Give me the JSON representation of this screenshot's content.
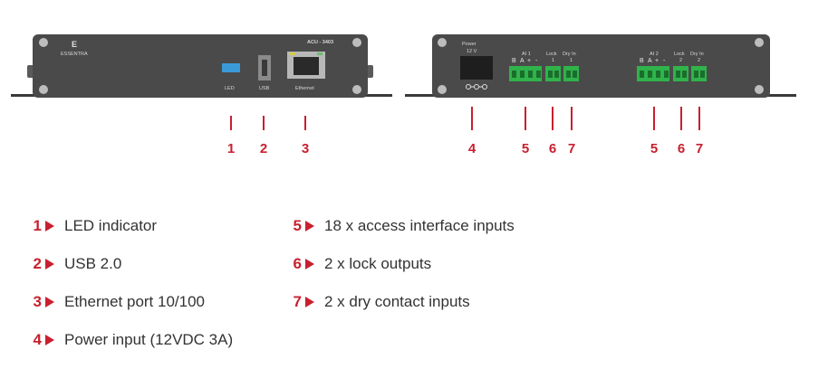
{
  "device_front": {
    "brand": "ESSENTRA",
    "model": "ACU - 3403",
    "led_label": "LED",
    "usb_label": "USB",
    "ethernet_label": "Ethernet"
  },
  "device_back": {
    "power_label": "Power",
    "power_voltage": "12 V",
    "ai1_label": "AI 1",
    "ai2_label": "AI 2",
    "lock1_label": "Lock",
    "lock1_num": "1",
    "lock2_label": "Lock",
    "lock2_num": "2",
    "dry1_label": "Dry In",
    "dry1_num": "1",
    "dry2_label": "Dry In",
    "dry2_num": "2",
    "pin_b": "B",
    "pin_a": "A",
    "pin_plus": "+",
    "pin_minus": "-"
  },
  "callouts": [
    "1",
    "2",
    "3",
    "4",
    "5",
    "6",
    "7",
    "5",
    "6",
    "7"
  ],
  "legend": [
    {
      "num": "1",
      "text": "LED indicator"
    },
    {
      "num": "2",
      "text": "USB 2.0"
    },
    {
      "num": "3",
      "text": "Ethernet port 10/100"
    },
    {
      "num": "4",
      "text": "Power input (12VDC 3A)"
    },
    {
      "num": "5",
      "text": "18 x access interface inputs"
    },
    {
      "num": "6",
      "text": "2 x lock outputs"
    },
    {
      "num": "7",
      "text": "2 x dry contact inputs"
    }
  ],
  "colors": {
    "accent": "#c8202f",
    "device_body": "#4a4a4a",
    "terminal_green": "#2fb34a",
    "led_blue": "#3a9ad9"
  }
}
